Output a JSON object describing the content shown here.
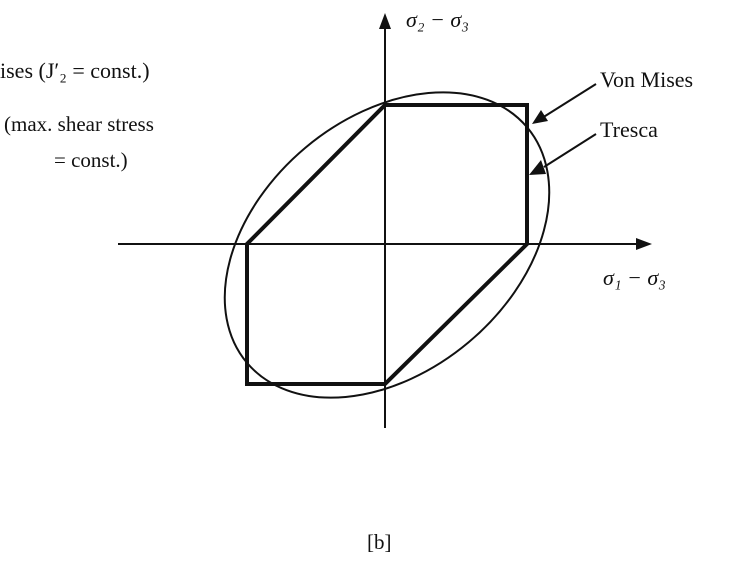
{
  "figure": {
    "axes": {
      "y_label": "σ₂ − σ₃",
      "x_label": "σ₁ − σ₃"
    },
    "legend": {
      "von_mises_partial": "ises (J′₂ = const.)",
      "tresca_line1": "(max. shear stress",
      "tresca_line2": "= const.)"
    },
    "callouts": {
      "von_mises": "Von Mises",
      "tresca": "Tresca"
    },
    "caption": "[b]"
  },
  "colors": {
    "ink": "#111111",
    "background": "#ffffff"
  }
}
